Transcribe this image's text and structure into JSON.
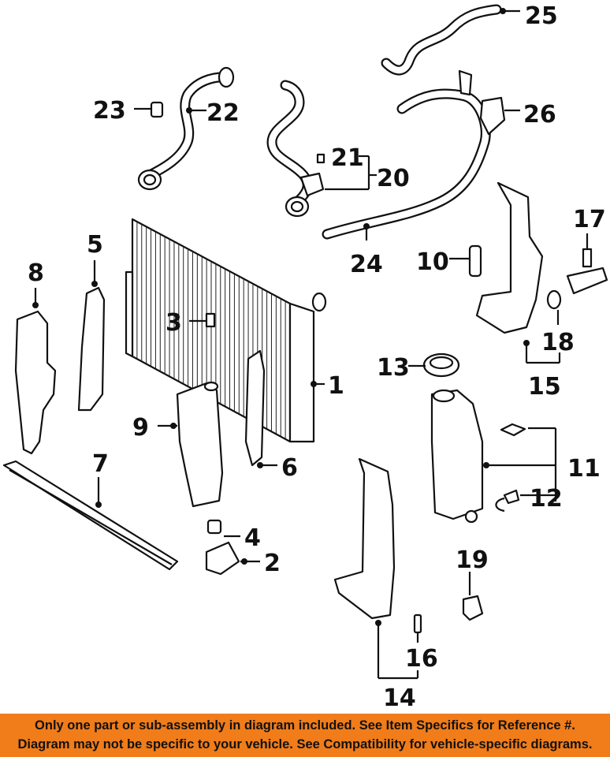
{
  "callouts": {
    "c1": "1",
    "c2": "2",
    "c3": "3",
    "c4": "4",
    "c5": "5",
    "c6": "6",
    "c7": "7",
    "c8": "8",
    "c9": "9",
    "c10": "10",
    "c11": "11",
    "c12": "12",
    "c13": "13",
    "c14": "14",
    "c15": "15",
    "c16": "16",
    "c17": "17",
    "c18": "18",
    "c19": "19",
    "c20": "20",
    "c21": "21",
    "c22": "22",
    "c23": "23",
    "c24": "24",
    "c25": "25",
    "c26": "26"
  },
  "disclaimer": {
    "line1": "Only one part or sub-assembly in diagram included. See Item Specifics for Reference #.",
    "line2": "Diagram may not be specific to your vehicle. See Compatibility for vehicle-specific diagrams."
  },
  "colors": {
    "banner": "#f07c1a",
    "ink": "#111111"
  }
}
